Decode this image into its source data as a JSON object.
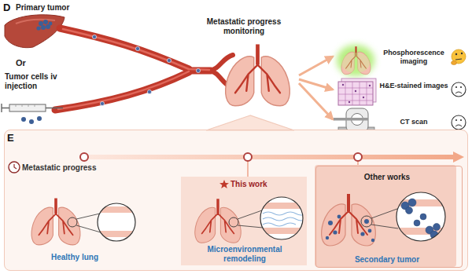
{
  "diagram": {
    "nodes": [
      {
        "text": [
          "E"
        ]
      },
      {
        "text": [
          "This work",
          "Microenvironmental remodeling"
        ],
        "in": 0
      },
      {
        "text": [
          "Other works",
          "Secondary tumor"
        ],
        "in": 0
      }
    ],
    "labels": [
      "D",
      "Primary tumor",
      "Or",
      "Tumor cells iv injection",
      "Metastatic progress monitoring",
      "Phosphorescence imaging",
      "H&E-stained images",
      "CT scan",
      "Metastatic progress",
      "Healthy lung"
    ]
  }
}
